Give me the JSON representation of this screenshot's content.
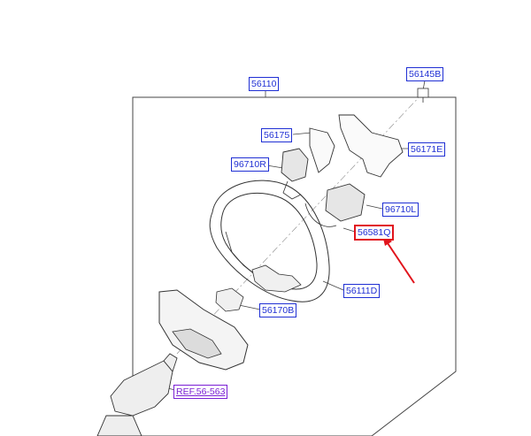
{
  "colors": {
    "line": "#444444",
    "label_text": "#1f2fd4",
    "highlight_border": "#e1141c",
    "arrow": "#e1141c",
    "ref_text": "#7a1fd4"
  },
  "parts": [
    {
      "id": "p56110",
      "number": "56110"
    },
    {
      "id": "p56145b",
      "number": "56145B"
    },
    {
      "id": "p56175",
      "number": "56175"
    },
    {
      "id": "p56171e",
      "number": "56171E"
    },
    {
      "id": "p96710r",
      "number": "96710R"
    },
    {
      "id": "p96710l",
      "number": "96710L"
    },
    {
      "id": "p56581q",
      "number": "56581Q",
      "highlighted": true
    },
    {
      "id": "p56111d",
      "number": "56111D"
    },
    {
      "id": "p56170b",
      "number": "56170B"
    },
    {
      "id": "ref",
      "number": "REF.56-563"
    }
  ],
  "icons": {
    "arrow": "red-pointer-arrow-icon"
  }
}
